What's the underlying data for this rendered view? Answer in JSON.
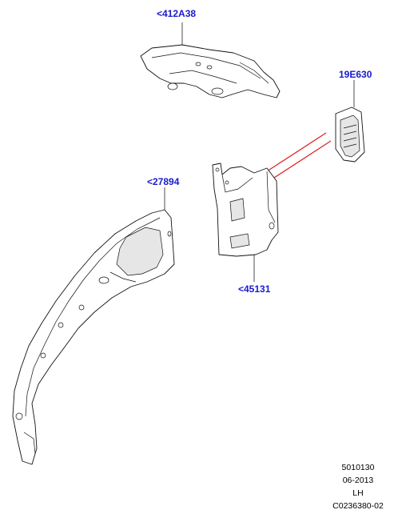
{
  "callouts": [
    {
      "id": "412A38",
      "label": "<412A38"
    },
    {
      "id": "19E630",
      "label": "19E630"
    },
    {
      "id": "27894",
      "label": "<27894"
    },
    {
      "id": "45131",
      "label": "<45131"
    }
  ],
  "footer": {
    "line1": "5010130",
    "line2": "06-2013",
    "line3": "LH",
    "line4": "C0236380-02"
  },
  "colors": {
    "callout_text": "#1a1acc",
    "red_leader": "#e02020",
    "line": "#111111"
  }
}
